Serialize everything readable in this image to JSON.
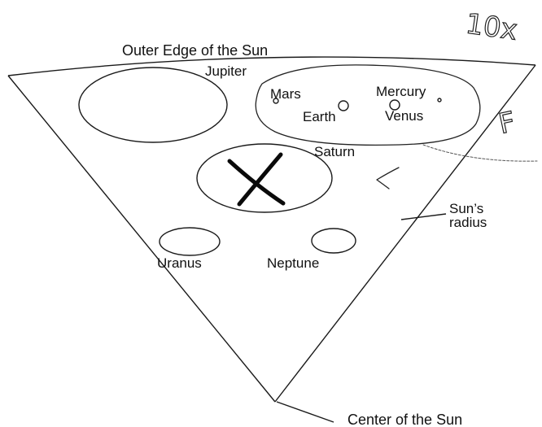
{
  "labels": {
    "outer_edge": "Outer Edge of the Sun",
    "jupiter": "Jupiter",
    "mars": "Mars",
    "mercury": "Mercury",
    "earth": "Earth",
    "venus": "Venus",
    "saturn": "Saturn",
    "uranus": "Uranus",
    "neptune": "Neptune",
    "suns_radius_line1": "Sun’s",
    "suns_radius_line2": "radius",
    "center": "Center of the Sun"
  },
  "handwriting": {
    "top_right_note": "10x",
    "side_note": "F"
  }
}
